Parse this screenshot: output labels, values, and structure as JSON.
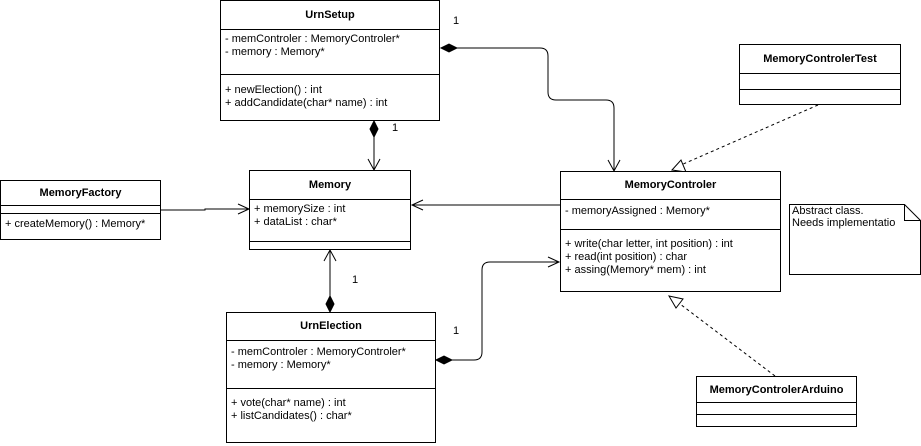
{
  "classes": {
    "urnSetup": {
      "name": "UrnSetup",
      "attributes": [
        "- memControler : MemoryControler*",
        "- memory : Memory*"
      ],
      "operations": [
        "+ newElection() : int",
        "+ addCandidate(char* name) : int"
      ]
    },
    "memory": {
      "name": "Memory",
      "attributes": [
        "+ memorySize : int",
        "+ dataList : char*"
      ],
      "operations": []
    },
    "memoryFactory": {
      "name": "MemoryFactory",
      "attributes": [],
      "operations": [
        "+ createMemory() : Memory*"
      ]
    },
    "memoryControler": {
      "name": "MemoryControler",
      "attributes": [
        "- memoryAssigned : Memory*"
      ],
      "operations": [
        "+ write(char letter, int position) : int",
        "+ read(int position) : char",
        "+ assing(Memory* mem) : int"
      ]
    },
    "urnElection": {
      "name": "UrnElection",
      "attributes": [
        "- memControler : MemoryControler*",
        "- memory : Memory*"
      ],
      "operations": [
        "+ vote(char* name) : int",
        "+ listCandidates() : char*"
      ]
    },
    "memoryControlerTest": {
      "name": "MemoryControlerTest",
      "attributes": [],
      "operations": []
    },
    "memoryControlerArduino": {
      "name": "MemoryControlerArduino",
      "attributes": [],
      "operations": []
    }
  },
  "note": {
    "lines": [
      "Abstract class.",
      "Needs implementatio"
    ]
  },
  "multiplicities": {
    "setup_to_controler": "1",
    "setup_to_memory": "1",
    "election_to_memory": "1",
    "election_to_controler": "1"
  },
  "colors": {
    "line": "#000000",
    "background": "#ffffff"
  }
}
